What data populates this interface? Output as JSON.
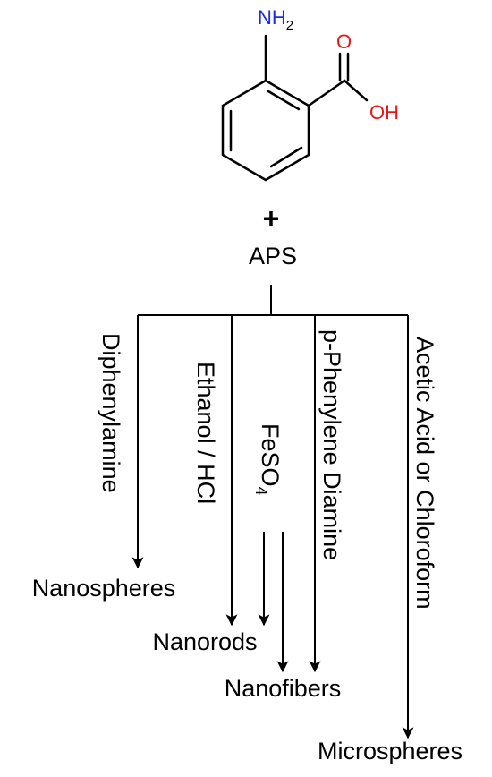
{
  "molecule": {
    "amine_label": "NH",
    "amine_subscript": "2",
    "carbonyl_label": "O",
    "hydroxyl_label": "OH"
  },
  "reagents": {
    "plus": "+",
    "oxidant": "APS"
  },
  "conditions": {
    "diphenylamine": "Diphenylamine",
    "ethanol_hcl": "Ethanol / HCl",
    "feso4_base": "FeSO",
    "feso4_subscript": "4",
    "p_phenylene_diamine": "p-Phenylene Diamine",
    "acetic_acid": "Acetic Acid or Chloroform"
  },
  "products": {
    "nanospheres": "Nanospheres",
    "nanorods": "Nanorods",
    "nanofibers": "Nanofibers",
    "microspheres": "Microspheres"
  },
  "colors": {
    "nitrogen": "#1a2fd6",
    "oxygen": "#e8161b",
    "line": "#000000"
  }
}
